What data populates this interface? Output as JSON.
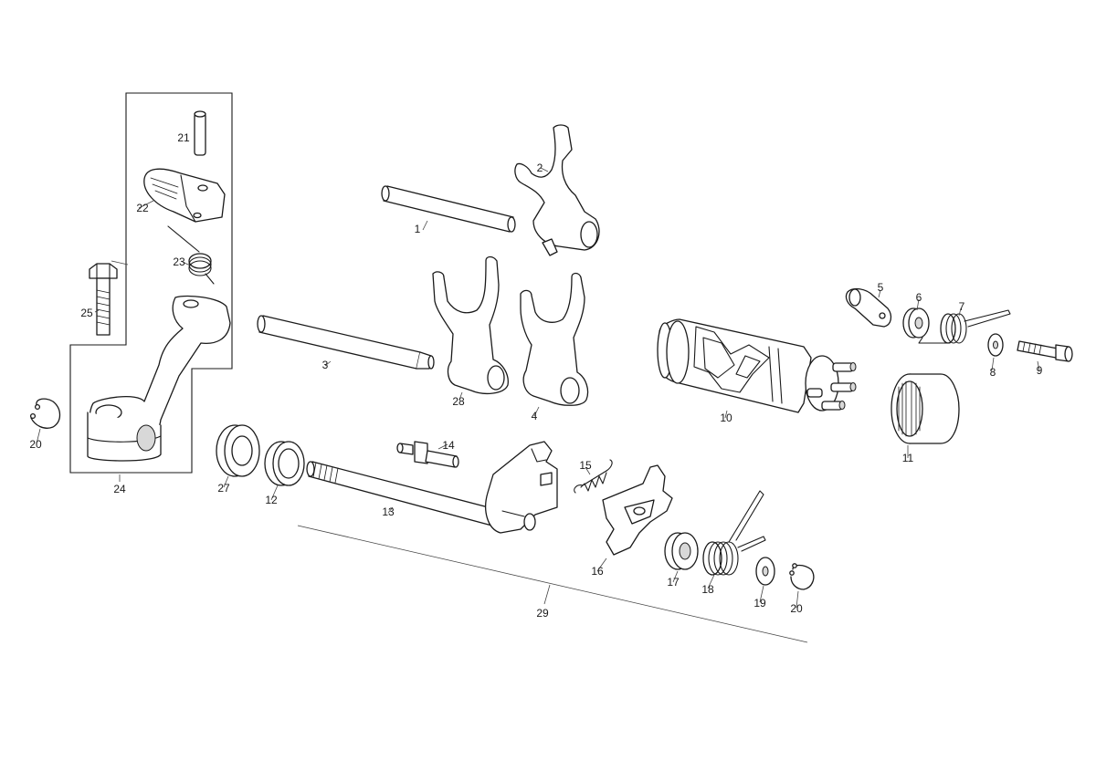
{
  "parts": [
    {
      "num": "1"
    },
    {
      "num": "2"
    },
    {
      "num": "3"
    },
    {
      "num": "4"
    },
    {
      "num": "5"
    },
    {
      "num": "6"
    },
    {
      "num": "7"
    },
    {
      "num": "8"
    },
    {
      "num": "9"
    },
    {
      "num": "10"
    },
    {
      "num": "11"
    },
    {
      "num": "12"
    },
    {
      "num": "13"
    },
    {
      "num": "14"
    },
    {
      "num": "15"
    },
    {
      "num": "16"
    },
    {
      "num": "17"
    },
    {
      "num": "18"
    },
    {
      "num": "19"
    },
    {
      "num": "20"
    },
    {
      "num": "20"
    },
    {
      "num": "21"
    },
    {
      "num": "22"
    },
    {
      "num": "23"
    },
    {
      "num": "24"
    },
    {
      "num": "25"
    },
    {
      "num": "27"
    },
    {
      "num": "28"
    },
    {
      "num": "29"
    }
  ]
}
